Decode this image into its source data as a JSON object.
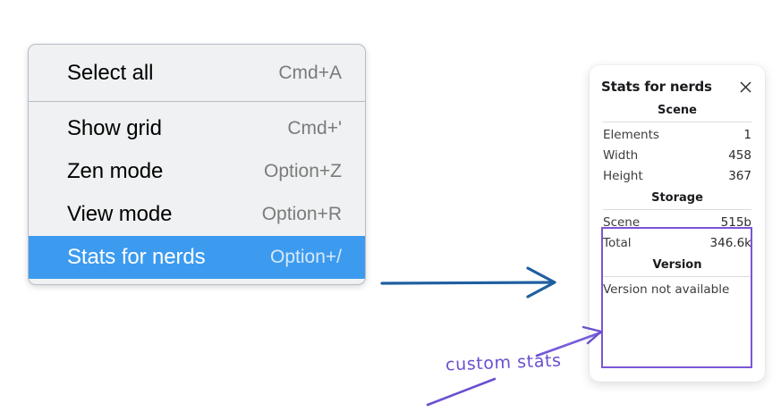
{
  "context_menu": {
    "groups": [
      {
        "name": "primary",
        "items": [
          {
            "label": "Select all",
            "shortcut": "Cmd+A",
            "selected": false
          }
        ]
      },
      {
        "name": "view",
        "items": [
          {
            "label": "Show grid",
            "shortcut": "Cmd+'",
            "selected": false
          },
          {
            "label": "Zen mode",
            "shortcut": "Option+Z",
            "selected": false
          },
          {
            "label": "View mode",
            "shortcut": "Option+R",
            "selected": false
          },
          {
            "label": "Stats for nerds",
            "shortcut": "Option+/",
            "selected": true
          }
        ]
      }
    ],
    "highlight_color": "#3c9bef",
    "background_color": "#f0f1f2"
  },
  "stats_panel": {
    "title": "Stats for nerds",
    "close_icon": "close-icon",
    "sections": [
      {
        "heading": "Scene",
        "rows": [
          {
            "label": "Elements",
            "value": "1"
          },
          {
            "label": "Width",
            "value": "458"
          },
          {
            "label": "Height",
            "value": "367"
          }
        ]
      },
      {
        "heading": "Storage",
        "rows": [
          {
            "label": "Scene",
            "value": "515b"
          },
          {
            "label": "Total",
            "value": "346.6k"
          }
        ]
      },
      {
        "heading": "Version",
        "full_row": "Version not available"
      }
    ]
  },
  "annotations": {
    "blue_arrow": {
      "name": "menu-to-panel-arrow",
      "color": "#1f5fa0"
    },
    "purple_note": {
      "text": "custom stats",
      "color": "#6b4fd0"
    },
    "highlight_box": {
      "name": "storage-version-highlight",
      "color": "#7b55d6"
    }
  }
}
